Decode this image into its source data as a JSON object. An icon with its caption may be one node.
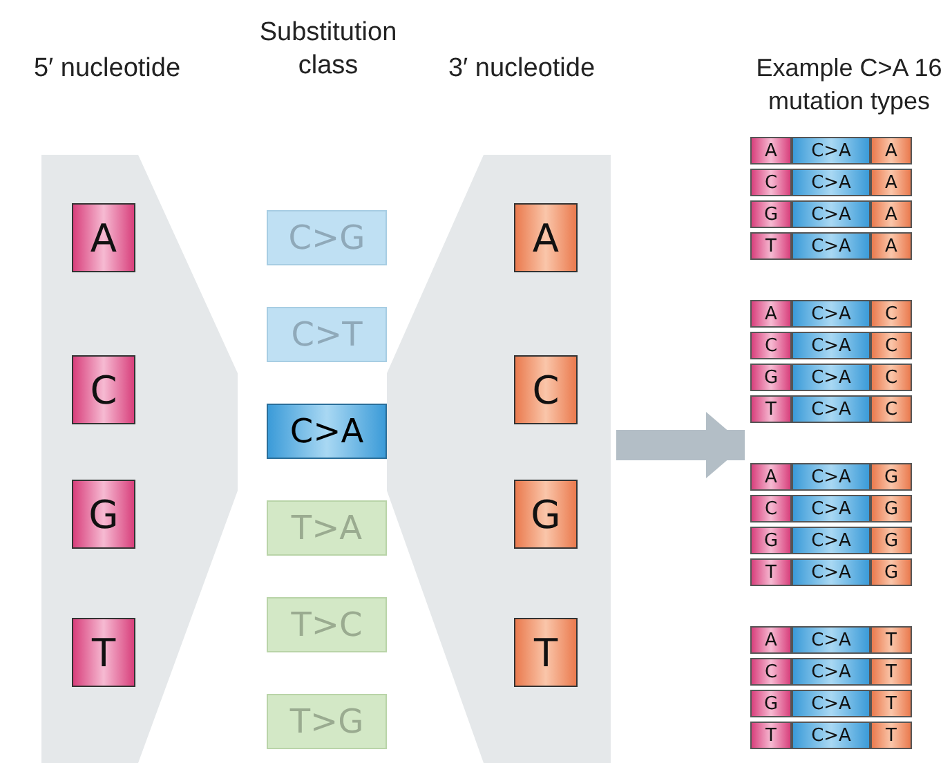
{
  "diagram": {
    "nodes": [
      {
        "text": [
          "5′ nucleotide"
        ]
      },
      {
        "text": [
          "A"
        ],
        "in": 0
      },
      {
        "text": [
          "C"
        ],
        "in": 0
      },
      {
        "text": [
          "G"
        ],
        "in": 0
      },
      {
        "text": [
          "T"
        ],
        "in": 0
      },
      {
        "text": [
          "C>G"
        ]
      },
      {
        "text": [
          "C>T"
        ]
      },
      {
        "text": [
          "C>A"
        ]
      },
      {
        "text": [
          "T>A"
        ]
      },
      {
        "text": [
          "T>C"
        ]
      },
      {
        "text": [
          "T>G"
        ]
      },
      {
        "text": [
          "3′ nucleotide"
        ]
      },
      {
        "text": [
          "A"
        ],
        "in": 11
      },
      {
        "text": [
          "C"
        ],
        "in": 11
      },
      {
        "text": [
          "G"
        ],
        "in": 11
      },
      {
        "text": [
          "T"
        ],
        "in": 11
      },
      {
        "text": [
          "Example C>A 16 mutation types"
        ]
      },
      {
        "text": [
          "A",
          "C>A",
          "A"
        ],
        "in": 16
      },
      {
        "text": [
          "C",
          "C>A",
          "A"
        ],
        "in": 16
      },
      {
        "text": [
          "G",
          "C>A",
          "A"
        ],
        "in": 16
      },
      {
        "text": [
          "T",
          "C>A",
          "A"
        ],
        "in": 16
      },
      {
        "text": [
          "A",
          "C>A",
          "C"
        ],
        "in": 16
      },
      {
        "text": [
          "C",
          "C>A",
          "C"
        ],
        "in": 16
      },
      {
        "text": [
          "G",
          "C>A",
          "C"
        ],
        "in": 16
      },
      {
        "text": [
          "T",
          "C>A",
          "C"
        ],
        "in": 16
      },
      {
        "text": [
          "A",
          "C>A",
          "G"
        ],
        "in": 16
      },
      {
        "text": [
          "C",
          "C>A",
          "G"
        ],
        "in": 16
      },
      {
        "text": [
          "G",
          "C>A",
          "G"
        ],
        "in": 16
      },
      {
        "text": [
          "T",
          "C>A",
          "G"
        ],
        "in": 16
      },
      {
        "text": [
          "A",
          "C>A",
          "T"
        ],
        "in": 16
      },
      {
        "text": [
          "C",
          "C>A",
          "T"
        ],
        "in": 16
      },
      {
        "text": [
          "G",
          "C>A",
          "T"
        ],
        "in": 16
      },
      {
        "text": [
          "T",
          "C>A",
          "T"
        ],
        "in": 16
      }
    ],
    "edges": [
      {
        "from": 11,
        "to": 16,
        "arrow": "to"
      }
    ],
    "labels": [
      "Substitution class"
    ]
  }
}
